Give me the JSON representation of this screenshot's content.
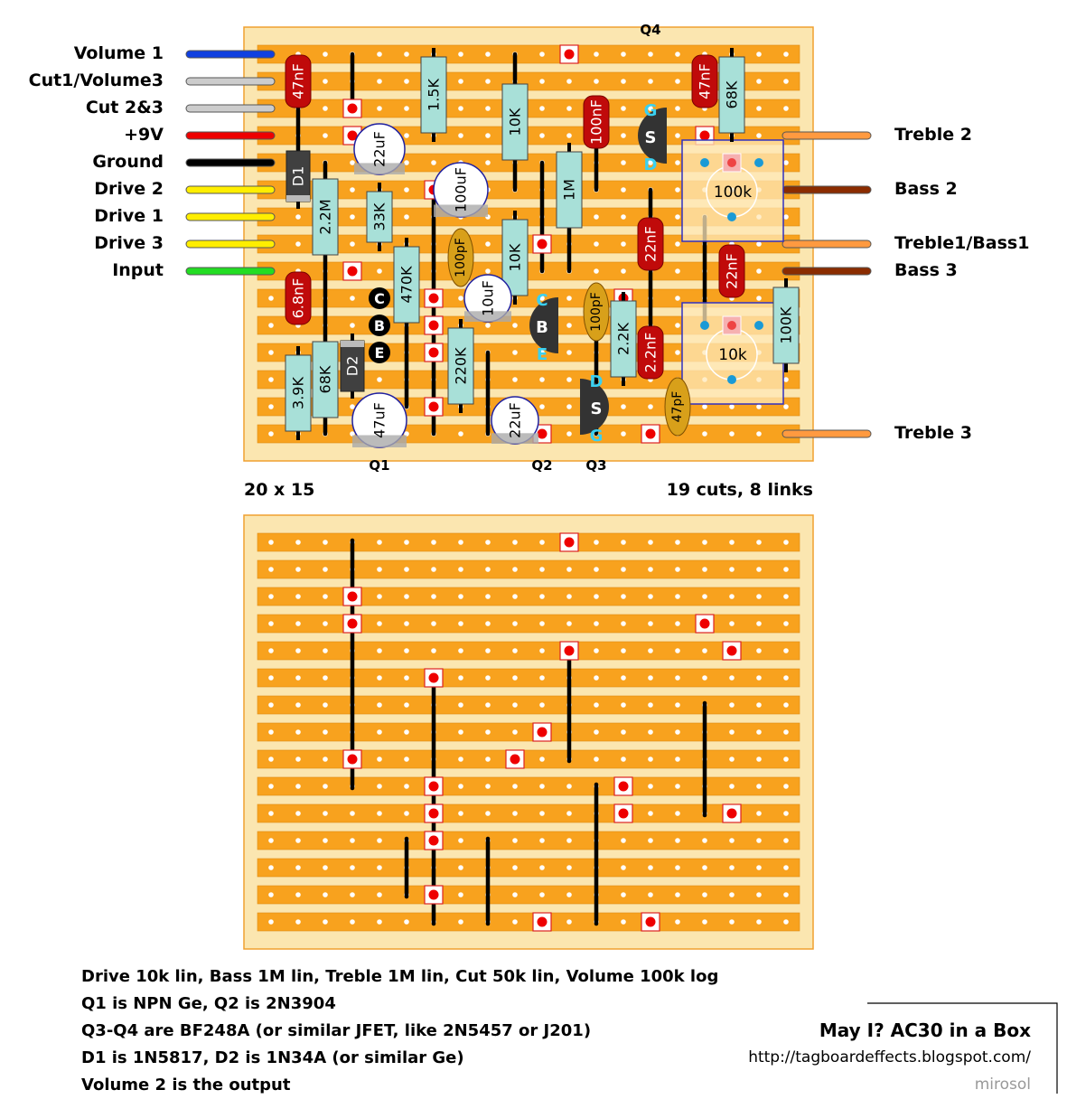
{
  "wire_labels_left": [
    "Volume 1",
    "Cut1/Volume3",
    "Cut 2&3",
    "+9V",
    "Ground",
    "Drive 2",
    "Drive 1",
    "Drive 3",
    "Input"
  ],
  "wire_colors_left": [
    "#1040e0",
    "#cccccc",
    "#cccccc",
    "#ee0000",
    "#000000",
    "#ffee00",
    "#ffee00",
    "#ffee00",
    "#22dd22"
  ],
  "wire_labels_right": [
    {
      "label": "Treble 2",
      "color": "#ff9a40",
      "row": 3
    },
    {
      "label": "Bass 2",
      "color": "#8b2c00",
      "row": 5
    },
    {
      "label": "Treble1/Bass1",
      "color": "#ff9a40",
      "row": 7
    },
    {
      "label": "Bass 3",
      "color": "#8b2c00",
      "row": 8
    },
    {
      "label": "Treble 3",
      "color": "#ff9a40",
      "row": 14
    }
  ],
  "board": {
    "size_label": "20 x 15",
    "cuts_links_label": "19 cuts, 8 links",
    "board_color": "#fbe6b0",
    "strip_color": "#f8a21e"
  },
  "transistor_labels": {
    "q1": "Q1",
    "q2": "Q2",
    "q3": "Q3",
    "q4": "Q4"
  },
  "pins": {
    "c": "C",
    "b": "B",
    "e": "E",
    "g": "G",
    "s": "S",
    "d": "D"
  },
  "components": {
    "c47n_a": "47nF",
    "c47n_b": "47nF",
    "r1k5": "1.5K",
    "r10k_a": "10K",
    "c100n": "100nF",
    "r68k_a": "68K",
    "c22u_a": "22uF",
    "c100u": "100uF",
    "d1": "D1",
    "r2m2": "2.2M",
    "r33k": "33K",
    "r1m": "1M",
    "pot100k": "100k",
    "c22n_a": "22nF",
    "c22n_b": "22nF",
    "c100p_a": "100pF",
    "r10k_b": "10K",
    "c6n8": "6.8nF",
    "r470k": "470K",
    "c10u": "10uF",
    "c100p_b": "100pF",
    "r2k2": "2.2K",
    "c2n2": "2.2nF",
    "pot10k": "10k",
    "r100k": "100K",
    "d2": "D2",
    "r3k9": "3.9K",
    "r68k_b": "68K",
    "r220k": "220K",
    "c47u": "47uF",
    "c22u_b": "22uF",
    "c47p": "47pF"
  },
  "notes": [
    "Drive 10k lin, Bass 1M lin, Treble 1M lin, Cut 50k lin, Volume 100k log",
    "Q1 is NPN Ge, Q2 is 2N3904",
    "Q3-Q4 are BF248A (or similar JFET, like 2N5457 or J201)",
    "D1 is 1N5817, D2 is 1N34A (or similar Ge)",
    "Volume 2 is the output"
  ],
  "credits": {
    "title": "May I? AC30 in a Box",
    "url": "http://tagboardeffects.blogspot.com/",
    "author": "mirosol"
  }
}
